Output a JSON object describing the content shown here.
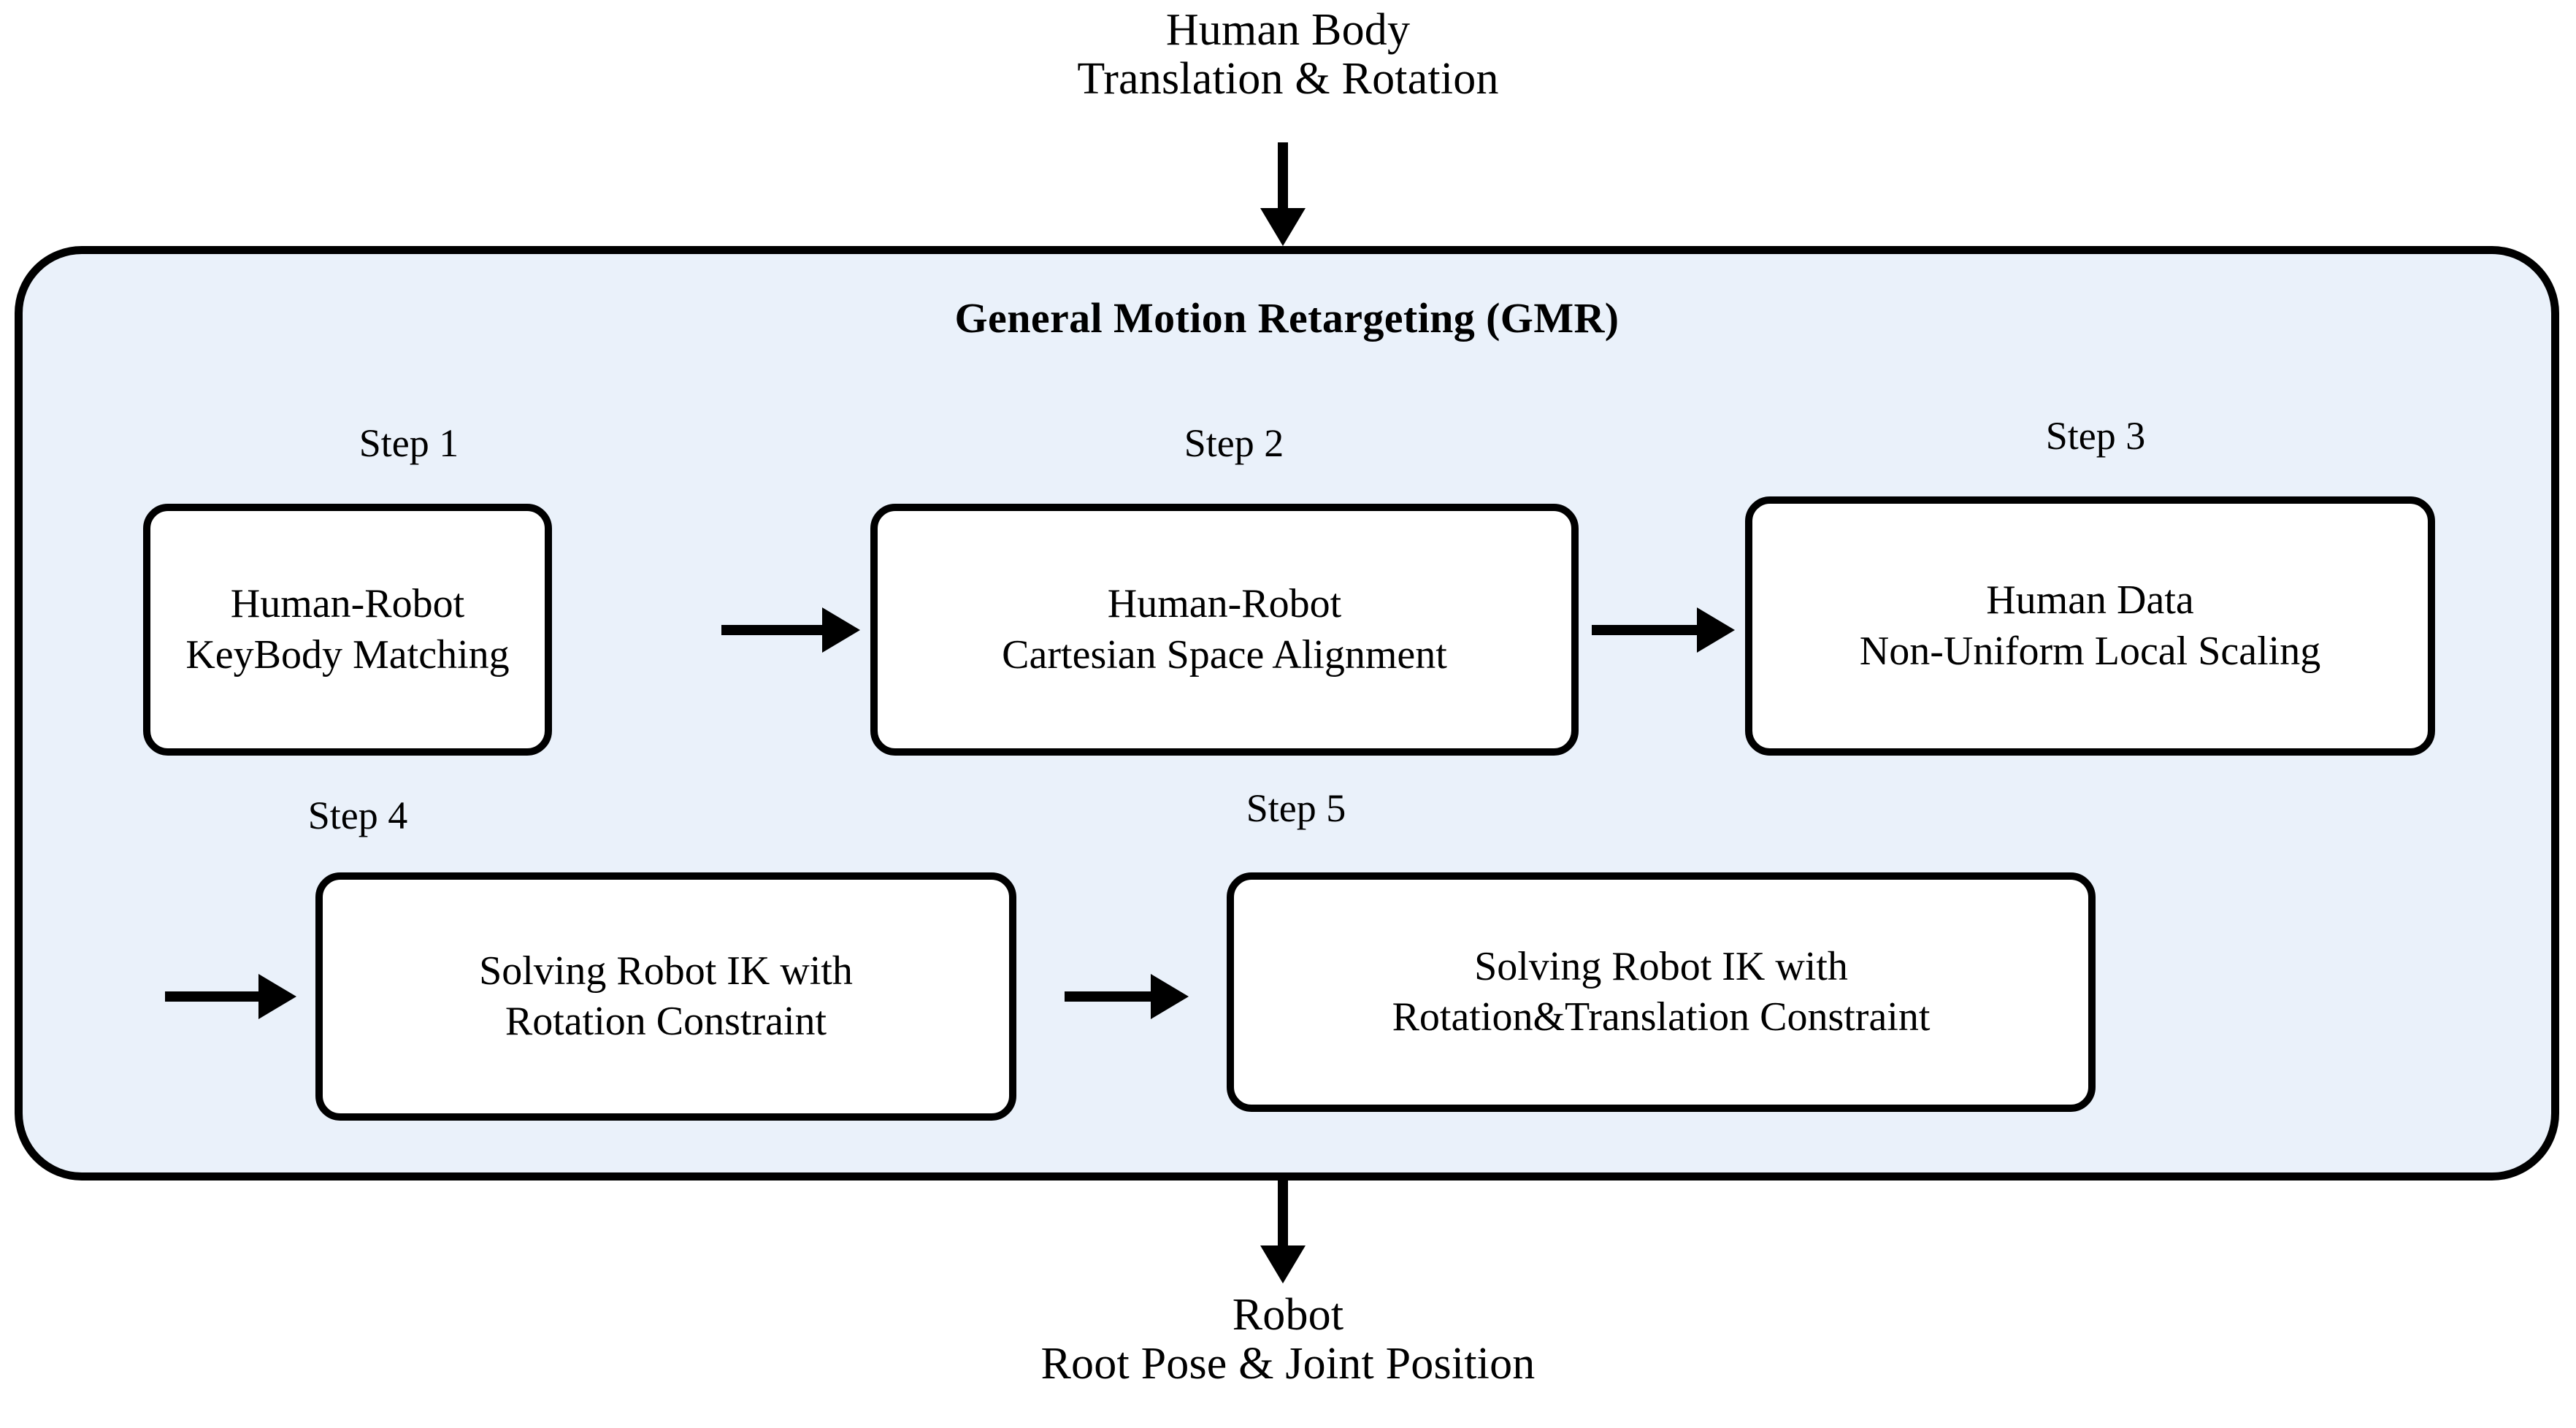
{
  "diagram": {
    "input_label": "Human Body\nTranslation & Rotation",
    "output_label": "Robot\nRoot Pose & Joint Position",
    "container_title": "General Motion Retargeting (GMR)",
    "container_fill": "#eaf1fa",
    "border_color": "#000000",
    "box_fill": "#ffffff",
    "steps": [
      {
        "label": "Step 1",
        "text": "Human-Robot\nKeyBody Matching"
      },
      {
        "label": "Step 2",
        "text": "Human-Robot\nCartesian Space Alignment"
      },
      {
        "label": "Step 3",
        "text": "Human Data\nNon-Uniform Local Scaling"
      },
      {
        "label": "Step 4",
        "text": "Solving Robot IK with\nRotation Constraint"
      },
      {
        "label": "Step 5",
        "text": "Solving Robot IK with\nRotation&Translation Constraint"
      }
    ],
    "arrows": {
      "input_arrow": "arrow-down-into-gmr",
      "step1_to_step2": "arrow-right",
      "step2_to_step3": "arrow-right",
      "step3_to_step4": "arrow-right-wrap",
      "step4_to_step5": "arrow-right",
      "output_arrow": "arrow-down-out-of-gmr"
    }
  }
}
